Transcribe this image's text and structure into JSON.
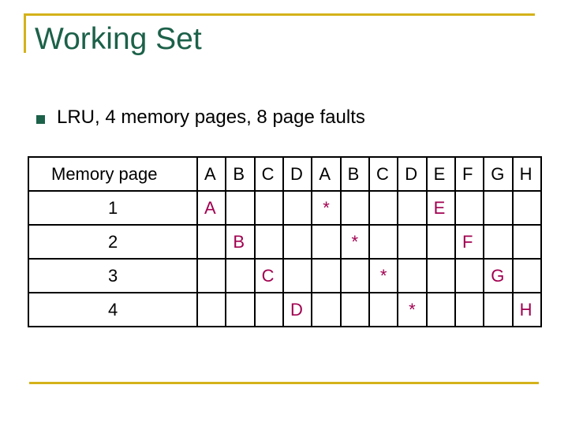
{
  "slide": {
    "title": "Working Set",
    "bullet": "LRU, 4 memory pages, 8 page faults"
  },
  "colors": {
    "title": "#1c6149",
    "frame": "#d4b21a",
    "entry": "#a10050"
  },
  "table": {
    "header_label": "Memory page",
    "sequence": [
      "A",
      "B",
      "C",
      "D",
      "A",
      "B",
      "C",
      "D",
      "E",
      "F",
      "G",
      "H"
    ],
    "rows": [
      {
        "label": "1",
        "cells": [
          "A",
          "",
          "",
          "",
          "*",
          "",
          "",
          "",
          "E",
          "",
          "",
          ""
        ]
      },
      {
        "label": "2",
        "cells": [
          "",
          "B",
          "",
          "",
          "",
          "*",
          "",
          "",
          "",
          "F",
          "",
          ""
        ]
      },
      {
        "label": "3",
        "cells": [
          "",
          "",
          "C",
          "",
          "",
          "",
          "*",
          "",
          "",
          "",
          "G",
          ""
        ]
      },
      {
        "label": "4",
        "cells": [
          "",
          "",
          "",
          "D",
          "",
          "",
          "",
          "*",
          "",
          "",
          "",
          "H"
        ]
      }
    ]
  }
}
